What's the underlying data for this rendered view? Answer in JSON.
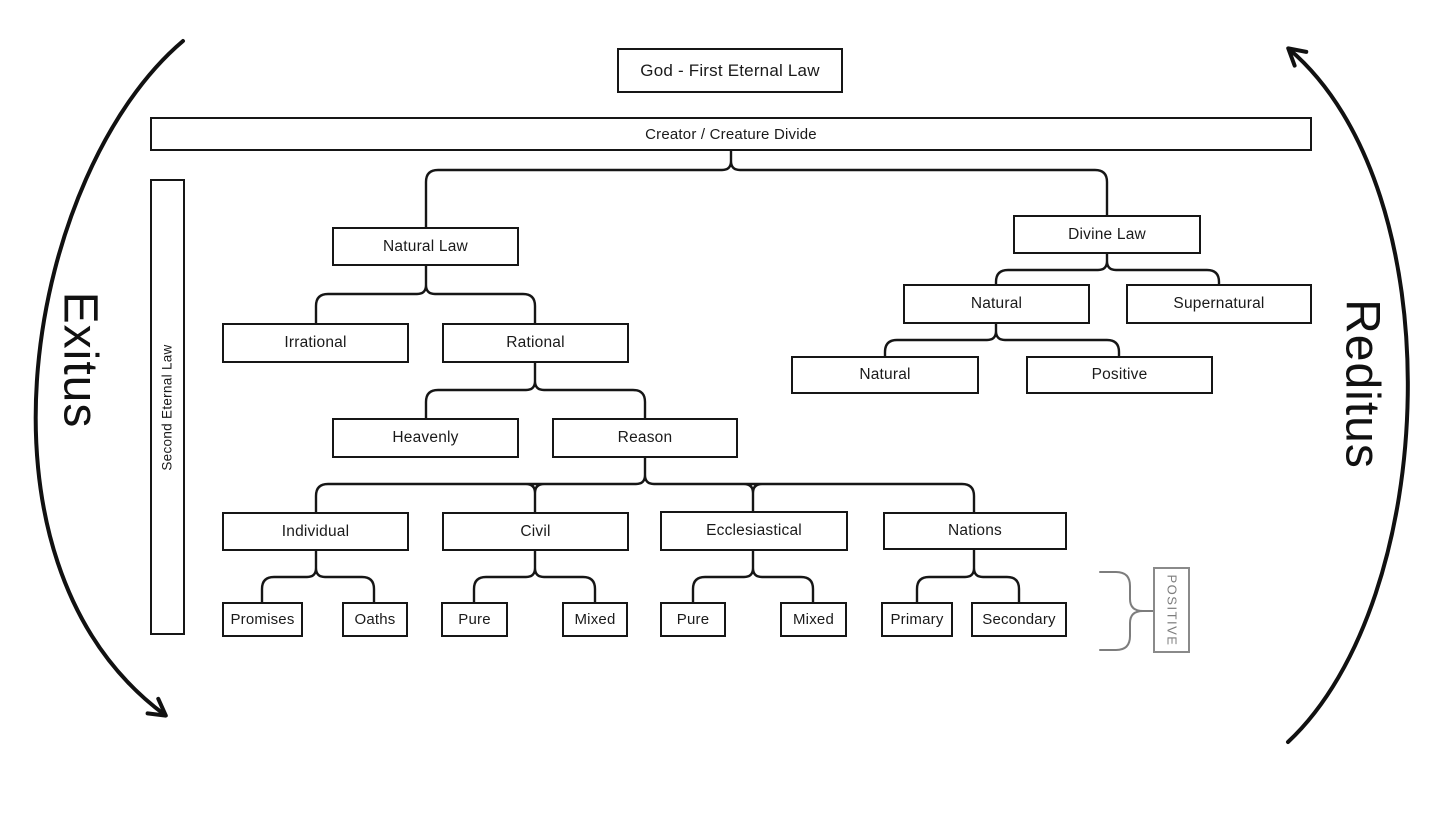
{
  "diagram": {
    "colors": {
      "line": "#161616",
      "muted_gray": "#7d7d7d",
      "background": "#ffffff"
    },
    "sides": {
      "exitus": "Exitus",
      "reditus": "Reditus"
    },
    "nodes": {
      "god": "God - First Eternal Law",
      "divide": "Creator / Creature Divide",
      "second_eternal_law": "Second Eternal Law",
      "natural_law": "Natural Law",
      "irrational": "Irrational",
      "rational": "Rational",
      "heavenly": "Heavenly",
      "reason": "Reason",
      "individual": "Individual",
      "civil": "Civil",
      "ecclesiastical": "Ecclesiastical",
      "nations": "Nations",
      "promises": "Promises",
      "oaths": "Oaths",
      "civil_pure": "Pure",
      "civil_mixed": "Mixed",
      "ecclesiastical_pure": "Pure",
      "ecclesiastical_mixed": "Mixed",
      "primary": "Primary",
      "secondary": "Secondary",
      "divine_law": "Divine Law",
      "divine_natural": "Natural",
      "supernatural": "Supernatural",
      "divine_natural_natural": "Natural",
      "divine_natural_positive": "Positive"
    },
    "annotation": {
      "positive": "POSITIVE"
    },
    "structure": [
      {
        "parent": "Creator / Creature Divide",
        "children": [
          "Natural Law",
          "Divine Law"
        ]
      },
      {
        "parent": "Natural Law",
        "children": [
          "Irrational",
          "Rational"
        ]
      },
      {
        "parent": "Rational",
        "children": [
          "Heavenly",
          "Reason"
        ]
      },
      {
        "parent": "Reason",
        "children": [
          "Individual",
          "Civil",
          "Ecclesiastical",
          "Nations"
        ]
      },
      {
        "parent": "Individual",
        "children": [
          "Promises",
          "Oaths"
        ]
      },
      {
        "parent": "Civil",
        "children": [
          "Pure",
          "Mixed"
        ]
      },
      {
        "parent": "Ecclesiastical",
        "children": [
          "Pure",
          "Mixed"
        ]
      },
      {
        "parent": "Nations",
        "children": [
          "Primary",
          "Secondary"
        ]
      },
      {
        "parent": "Divine Law",
        "children": [
          "Natural",
          "Supernatural"
        ]
      },
      {
        "parent": "Divine Law > Natural",
        "children": [
          "Natural",
          "Positive"
        ]
      }
    ]
  }
}
